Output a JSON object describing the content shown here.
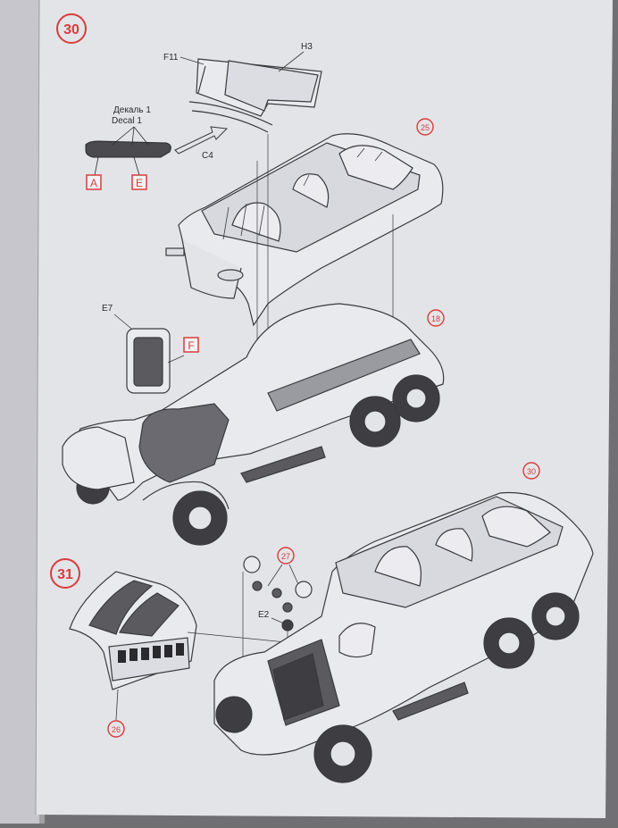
{
  "steps": [
    {
      "number": "30"
    },
    {
      "number": "31"
    }
  ],
  "labels": {
    "f11": "F11",
    "h3": "H3",
    "c4": "C4",
    "e7": "E7",
    "e2": "E2",
    "decal_ru": "Декаль 1",
    "decal_en": "Decal 1"
  },
  "refs": {
    "r25": "25",
    "r18": "18",
    "r30": "30",
    "r27": "27",
    "r26": "26"
  },
  "tags": {
    "a": "A",
    "e": "E",
    "f": "F"
  },
  "colors": {
    "paper": "#e3e4e8",
    "accent": "#d93c3c",
    "line": "#3a3a3e"
  }
}
